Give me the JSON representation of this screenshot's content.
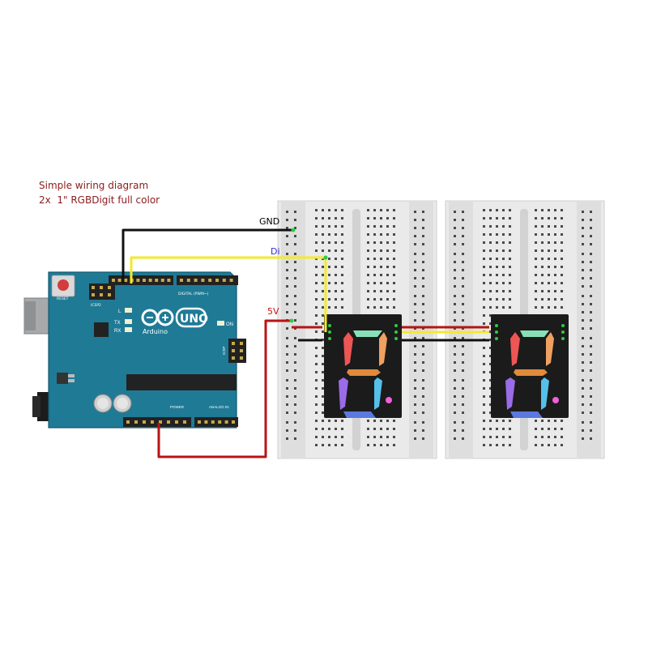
{
  "title": {
    "line1": "Simple wiring diagram",
    "line2": "2x  1\" RGBDigit full color"
  },
  "wire_labels": {
    "gnd": "GND",
    "di": "Di",
    "v5": "5V"
  },
  "wire_label_colors": {
    "gnd": "#000000",
    "di": "#3333cc",
    "v5": "#cc1111"
  },
  "wire_colors": {
    "gnd": "#111111",
    "data": "#f2ea2c",
    "power": "#b81414"
  },
  "arduino": {
    "board_color": "#1f7a96",
    "brand": "Arduino",
    "model": "UNO",
    "reset": "RESET",
    "icsp2": "ICSP2",
    "icsp": "ICSP",
    "digital_header": "DIGITAL (PWM~)",
    "power_header": "POWER",
    "analog_header": "ANALOG IN",
    "led_l": "L",
    "led_tx": "TX",
    "led_rx": "RX",
    "led_on": "ON"
  },
  "digit_segment_colors": [
    "#88e0b8",
    "#f0a060",
    "#ee5555",
    "#55c0e8",
    "#e08a3a",
    "#9b6be8",
    "#5a78e0",
    "#f060d8"
  ]
}
